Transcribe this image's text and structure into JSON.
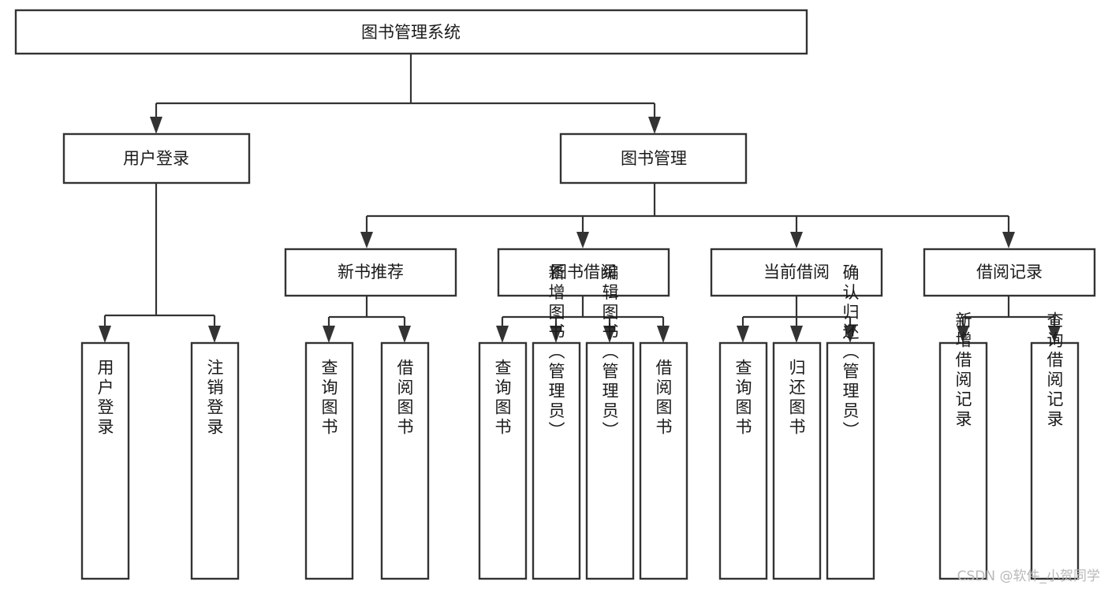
{
  "diagram": {
    "type": "tree",
    "title": "图书管理系统",
    "orientation": "top-down",
    "colors": {
      "box_fill": "#ffffff",
      "box_stroke": "#333333",
      "text": "#1a1a1a",
      "background": "#ffffff",
      "watermark": "#b9b9b9"
    },
    "root": {
      "id": "root",
      "label": "图书管理系统",
      "text_orientation": "horizontal"
    },
    "level2": [
      {
        "id": "user-login",
        "label": "用户登录",
        "text_orientation": "horizontal"
      },
      {
        "id": "book-manage",
        "label": "图书管理",
        "text_orientation": "horizontal"
      }
    ],
    "level3": [
      {
        "id": "new-book-recommend",
        "label": "新书推荐",
        "parent": "book-manage",
        "text_orientation": "horizontal"
      },
      {
        "id": "book-borrow",
        "label": "图书借阅",
        "parent": "book-manage",
        "text_orientation": "horizontal"
      },
      {
        "id": "current-borrow",
        "label": "当前借阅",
        "parent": "book-manage",
        "text_orientation": "horizontal"
      },
      {
        "id": "borrow-record",
        "label": "借阅记录",
        "parent": "book-manage",
        "text_orientation": "horizontal"
      }
    ],
    "leaves": [
      {
        "id": "leaf-user-login",
        "label": "用户登录",
        "parent": "user-login",
        "text_orientation": "vertical"
      },
      {
        "id": "leaf-user-logout",
        "label": "注销登录",
        "parent": "user-login",
        "text_orientation": "vertical"
      },
      {
        "id": "leaf-query-book-1",
        "label": "查询图书",
        "parent": "new-book-recommend",
        "text_orientation": "vertical"
      },
      {
        "id": "leaf-borrow-book-1",
        "label": "借阅图书",
        "parent": "new-book-recommend",
        "text_orientation": "vertical"
      },
      {
        "id": "leaf-query-book-2",
        "label": "查询图书",
        "parent": "book-borrow",
        "text_orientation": "vertical"
      },
      {
        "id": "leaf-add-book",
        "label": "新增图书（管理员）",
        "parent": "book-borrow",
        "text_orientation": "vertical"
      },
      {
        "id": "leaf-edit-book",
        "label": "编辑图书（管理员）",
        "parent": "book-borrow",
        "text_orientation": "vertical"
      },
      {
        "id": "leaf-borrow-book-2",
        "label": "借阅图书",
        "parent": "book-borrow",
        "text_orientation": "vertical"
      },
      {
        "id": "leaf-query-book-3",
        "label": "查询图书",
        "parent": "current-borrow",
        "text_orientation": "vertical"
      },
      {
        "id": "leaf-return-book",
        "label": "归还图书",
        "parent": "current-borrow",
        "text_orientation": "vertical"
      },
      {
        "id": "leaf-confirm-return",
        "label": "确认归还（管理员）",
        "parent": "current-borrow",
        "text_orientation": "vertical"
      },
      {
        "id": "leaf-add-record",
        "label": "新增借阅记录",
        "parent": "borrow-record",
        "text_orientation": "vertical"
      },
      {
        "id": "leaf-query-record",
        "label": "查询借阅记录",
        "parent": "borrow-record",
        "text_orientation": "vertical"
      }
    ]
  },
  "watermark": {
    "text": "CSDN @软件_小贺同学"
  }
}
